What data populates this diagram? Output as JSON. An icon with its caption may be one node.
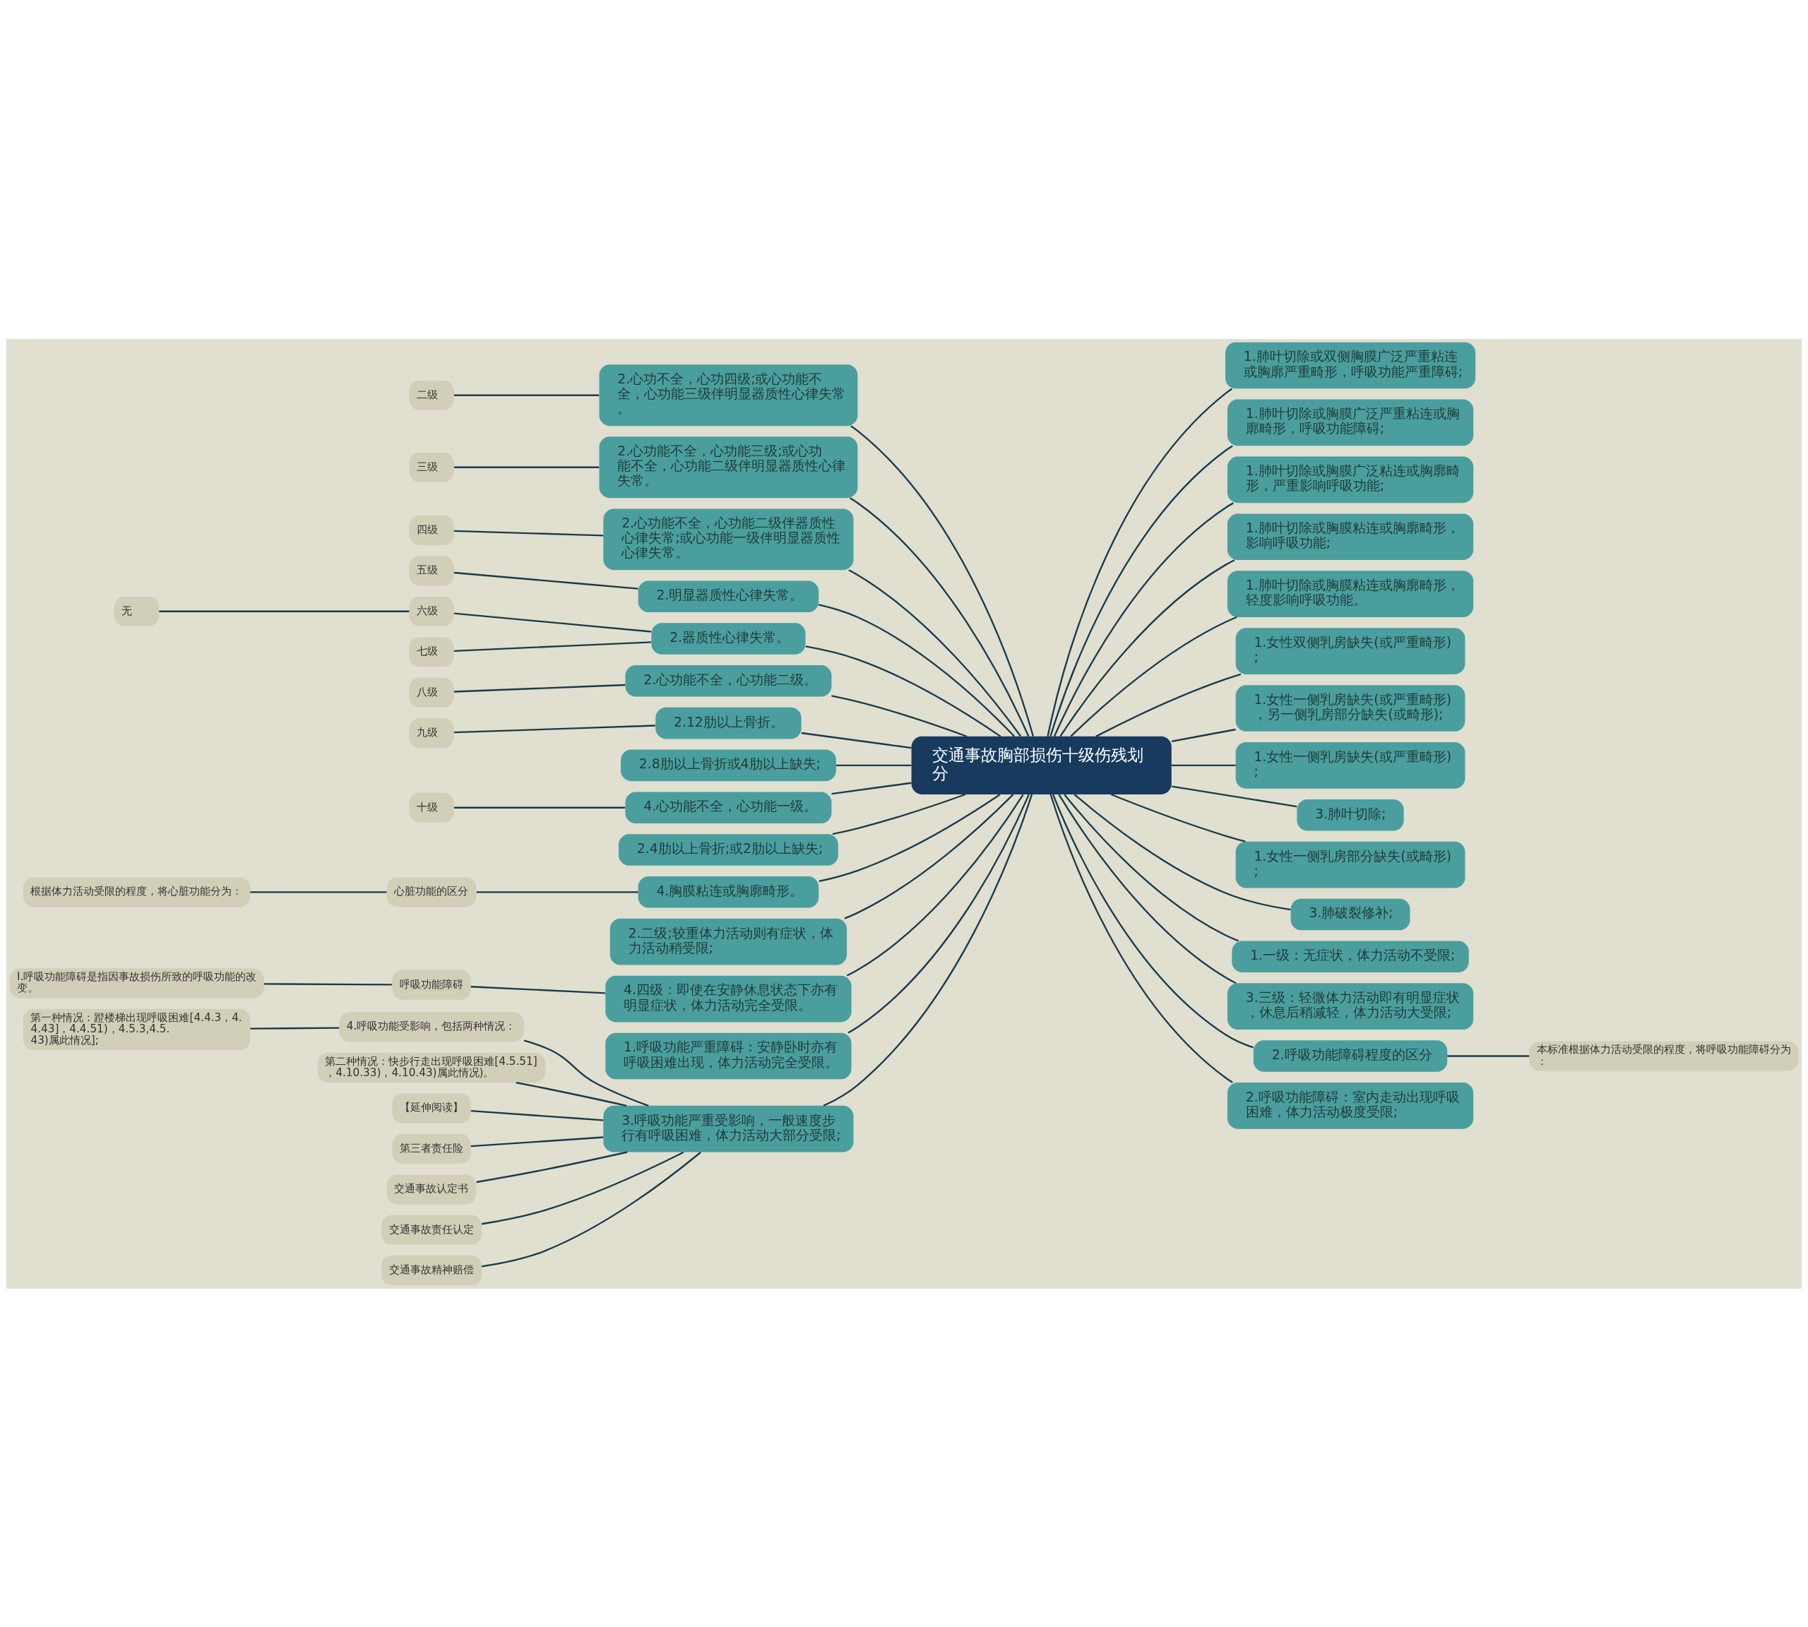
{
  "diagram": {
    "nodes": [
      {
        "text": [
          "交通事故胸部损伤十级伤残划分"
        ]
      },
      {
        "text": [
          "2.心功不全，心功四级;或心功能不全，心功能三级伴明显器质性心律失常。"
        ]
      },
      {
        "text": [
          "二级"
        ]
      },
      {
        "text": [
          "2.心功能不全，心功能三级;或心功能不全，心功能二级伴明显器质性心律失常。"
        ]
      },
      {
        "text": [
          "三级"
        ]
      },
      {
        "text": [
          "2.心功能不全，心功能二级伴器质性心律失常;或心功能一级伴明显器质性心律失常。"
        ]
      },
      {
        "text": [
          "四级"
        ]
      },
      {
        "text": [
          "2.明显器质性心律失常。"
        ]
      },
      {
        "text": [
          "五级"
        ]
      },
      {
        "text": [
          "2.器质性心律失常。"
        ]
      },
      {
        "text": [
          "六级"
        ]
      },
      {
        "text": [
          "无"
        ]
      },
      {
        "text": [
          "七级"
        ]
      },
      {
        "text": [
          "2.心功能不全，心功能二级。"
        ]
      },
      {
        "text": [
          "八级"
        ]
      },
      {
        "text": [
          "2.12肋以上骨折。"
        ]
      },
      {
        "text": [
          "九级"
        ]
      },
      {
        "text": [
          "2.8肋以上骨折或4肋以上缺失;"
        ]
      },
      {
        "text": [
          "4.心功能不全，心功能一级。"
        ]
      },
      {
        "text": [
          "十级"
        ]
      },
      {
        "text": [
          "2.4肋以上骨折;或2肋以上缺失;"
        ]
      },
      {
        "text": [
          "4.胸膜粘连或胸廓畸形。"
        ]
      },
      {
        "text": [
          "心脏功能的区分"
        ]
      },
      {
        "text": [
          "根据体力活动受限的程度，将心脏功能分为："
        ]
      },
      {
        "text": [
          "2.二级;较重体力活动则有症状，体力活动稍受限;"
        ]
      },
      {
        "text": [
          "4.四级：即使在安静休息状态下亦有明显症状，体力活动完全受限。"
        ]
      },
      {
        "text": [
          "呼吸功能障碍"
        ]
      },
      {
        "text": [
          "Ⅰ.呼吸功能障碍是指因事故损伤所致的呼吸功能的改变。"
        ]
      },
      {
        "text": [
          "1.呼吸功能严重障碍：安静卧时亦有呼吸困难出现，体力活动完全受限。"
        ]
      },
      {
        "text": [
          "3.呼吸功能严重受影响，一般速度步行有呼吸困难，体力活动大部分受限;"
        ]
      },
      {
        "text": [
          "4.呼吸功能受影响，包括两种情况："
        ]
      },
      {
        "text": [
          "第一种情况：蹬楼梯出现呼吸困难[4.4.3，4.4.43]，4.4.51)，4.5.3,4.5.43)属此情况];"
        ]
      },
      {
        "text": [
          "第二种情况：快步行走出现呼吸困难[4.5.51]，4.10.33)，4.10.43)属此情况)。"
        ]
      },
      {
        "text": [
          "【延伸阅读】"
        ]
      },
      {
        "text": [
          "第三者责任险"
        ]
      },
      {
        "text": [
          "交通事故认定书"
        ]
      },
      {
        "text": [
          "交通事故责任认定"
        ]
      },
      {
        "text": [
          "交通事故精神赔偿"
        ]
      },
      {
        "text": [
          "1.肺叶切除或双侧胸膜广泛严重粘连或胸廓严重畸形，呼吸功能严重障碍;"
        ]
      },
      {
        "text": [
          "1.肺叶切除或胸膜广泛严重粘连或胸廓畸形，呼吸功能障碍;"
        ]
      },
      {
        "text": [
          "1.肺叶切除或胸膜广泛粘连或胸廓畸形，严重影响呼吸功能;"
        ]
      },
      {
        "text": [
          "1.肺叶切除或胸膜粘连或胸廓畸形，影响呼吸功能;"
        ]
      },
      {
        "text": [
          "1.肺叶切除或胸膜粘连或胸廓畸形，轻度影响呼吸功能。"
        ]
      },
      {
        "text": [
          "1.女性双侧乳房缺失(或严重畸形);"
        ]
      },
      {
        "text": [
          "1.女性一侧乳房缺失(或严重畸形)，另一侧乳房部分缺失(或畸形);"
        ]
      },
      {
        "text": [
          "1.女性一侧乳房缺失(或严重畸形);"
        ]
      },
      {
        "text": [
          "3.肺叶切除;"
        ]
      },
      {
        "text": [
          "1.女性一侧乳房部分缺失(或畸形);"
        ]
      },
      {
        "text": [
          "3.肺破裂修补;"
        ]
      },
      {
        "text": [
          "1.一级：无症状，体力活动不受限;"
        ]
      },
      {
        "text": [
          "3.三级：轻微体力活动即有明显症状，休息后稍减轻，体力活动大受限;"
        ]
      },
      {
        "text": [
          "2.呼吸功能障碍程度的区分"
        ]
      },
      {
        "text": [
          "本标准根据体力活动受限的程度，将呼吸功能障碍分为："
        ]
      },
      {
        "text": [
          "2.呼吸功能障碍：室内走动出现呼吸困难，体力活动极度受限;"
        ]
      }
    ],
    "edges": [
      {
        "from": 0,
        "to": 1,
        "arrow": "none"
      },
      {
        "from": 1,
        "to": 2,
        "arrow": "none"
      },
      {
        "from": 0,
        "to": 3,
        "arrow": "none"
      },
      {
        "from": 3,
        "to": 4,
        "arrow": "none"
      },
      {
        "from": 0,
        "to": 5,
        "arrow": "none"
      },
      {
        "from": 5,
        "to": 6,
        "arrow": "none"
      },
      {
        "from": 0,
        "to": 7,
        "arrow": "none"
      },
      {
        "from": 7,
        "to": 8,
        "arrow": "none"
      },
      {
        "from": 0,
        "to": 9,
        "arrow": "none"
      },
      {
        "from": 9,
        "to": 10,
        "arrow": "none"
      },
      {
        "from": 10,
        "to": 11,
        "arrow": "none"
      },
      {
        "from": 9,
        "to": 12,
        "arrow": "none"
      },
      {
        "from": 0,
        "to": 13,
        "arrow": "none"
      },
      {
        "from": 13,
        "to": 14,
        "arrow": "none"
      },
      {
        "from": 0,
        "to": 15,
        "arrow": "none"
      },
      {
        "from": 15,
        "to": 16,
        "arrow": "none"
      },
      {
        "from": 0,
        "to": 17,
        "arrow": "none"
      },
      {
        "from": 0,
        "to": 18,
        "arrow": "none"
      },
      {
        "from": 18,
        "to": 19,
        "arrow": "none"
      },
      {
        "from": 0,
        "to": 20,
        "arrow": "none"
      },
      {
        "from": 0,
        "to": 21,
        "arrow": "none"
      },
      {
        "from": 21,
        "to": 22,
        "arrow": "none"
      },
      {
        "from": 22,
        "to": 23,
        "arrow": "none"
      },
      {
        "from": 0,
        "to": 24,
        "arrow": "none"
      },
      {
        "from": 0,
        "to": 25,
        "arrow": "none"
      },
      {
        "from": 25,
        "to": 26,
        "arrow": "none"
      },
      {
        "from": 26,
        "to": 27,
        "arrow": "none"
      },
      {
        "from": 0,
        "to": 28,
        "arrow": "none"
      },
      {
        "from": 0,
        "to": 29,
        "arrow": "none"
      },
      {
        "from": 29,
        "to": 30,
        "arrow": "none"
      },
      {
        "from": 30,
        "to": 31,
        "arrow": "none"
      },
      {
        "from": 29,
        "to": 32,
        "arrow": "none"
      },
      {
        "from": 29,
        "to": 33,
        "arrow": "none"
      },
      {
        "from": 29,
        "to": 34,
        "arrow": "none"
      },
      {
        "from": 29,
        "to": 35,
        "arrow": "none"
      },
      {
        "from": 29,
        "to": 36,
        "arrow": "none"
      },
      {
        "from": 29,
        "to": 37,
        "arrow": "none"
      },
      {
        "from": 0,
        "to": 38,
        "arrow": "none"
      },
      {
        "from": 0,
        "to": 39,
        "arrow": "none"
      },
      {
        "from": 0,
        "to": 40,
        "arrow": "none"
      },
      {
        "from": 0,
        "to": 41,
        "arrow": "none"
      },
      {
        "from": 0,
        "to": 42,
        "arrow": "none"
      },
      {
        "from": 0,
        "to": 43,
        "arrow": "none"
      },
      {
        "from": 0,
        "to": 44,
        "arrow": "none"
      },
      {
        "from": 0,
        "to": 45,
        "arrow": "none"
      },
      {
        "from": 0,
        "to": 46,
        "arrow": "none"
      },
      {
        "from": 0,
        "to": 47,
        "arrow": "none"
      },
      {
        "from": 0,
        "to": 48,
        "arrow": "none"
      },
      {
        "from": 0,
        "to": 49,
        "arrow": "none"
      },
      {
        "from": 0,
        "to": 50,
        "arrow": "none"
      },
      {
        "from": 0,
        "to": 51,
        "arrow": "none"
      },
      {
        "from": 51,
        "to": 52,
        "arrow": "none"
      },
      {
        "from": 0,
        "to": 53,
        "arrow": "none"
      }
    ]
  }
}
